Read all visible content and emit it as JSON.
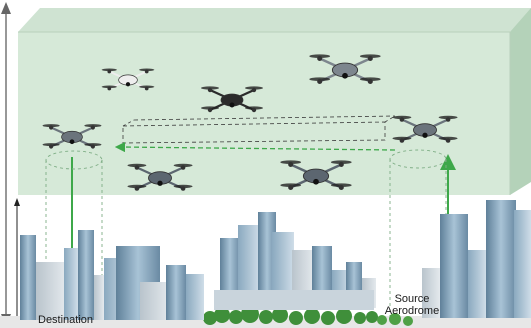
{
  "labels": {
    "source_line1": "Source",
    "source_line2": "Aerodrome",
    "destination": "Destination"
  },
  "colors": {
    "airspace_front": "#d9ebdb",
    "airspace_top": "#c9e0cc",
    "airspace_side": "#a7c9ad",
    "flight_path": "#3ea84a",
    "drone_body": "#5c6670",
    "building_glass": "#7fa2bb",
    "trees": "#3f8f3a"
  },
  "icons": [
    "drone-icon",
    "arrow-up-icon",
    "arrow-down-icon",
    "tree-icon"
  ]
}
